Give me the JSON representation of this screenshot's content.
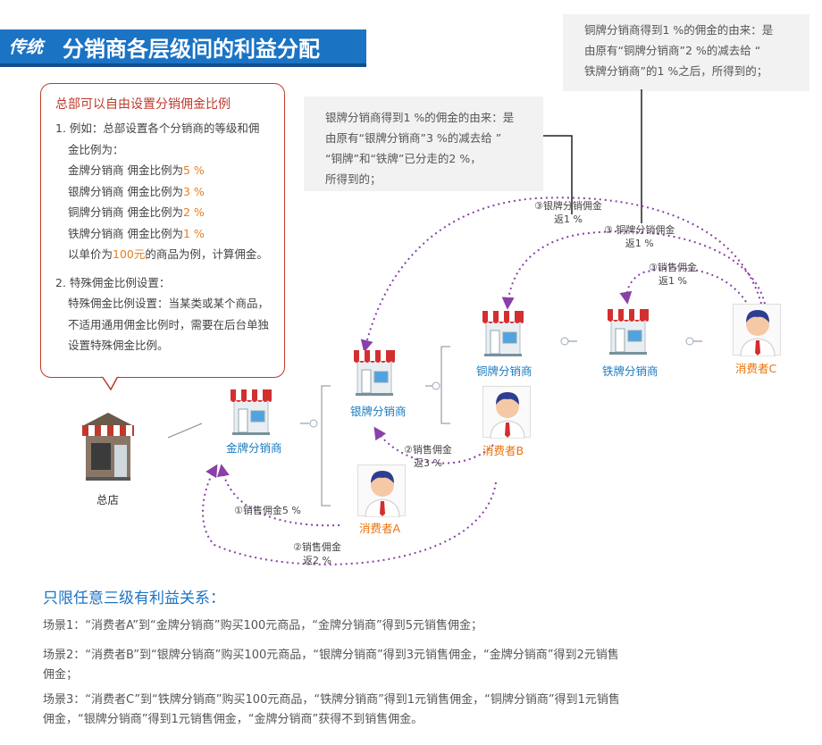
{
  "header": {
    "prefix": "传统",
    "title": "分销商各层级间的利益分配"
  },
  "note_copper": {
    "lines": [
      "铜牌分销商得到1 %的佣金的由来：是",
      "由原有“铜牌分销商”2 %的减去给 “",
      "铁牌分销商”的1 %之后，所得到的；"
    ]
  },
  "note_silver": {
    "lines": [
      "银牌分销商得到1 %的佣金的由来：是",
      "由原有“银牌分销商”3 %的减去给 ”",
      "“铜牌”和“铁牌”已分走的2 %，",
      "所得到的；"
    ]
  },
  "bubble": {
    "title": "总部可以自由设置分销佣金比例",
    "item1_a": "1. 例如：总部设置各个分销商的等级和佣",
    "item1_b": "金比例为：",
    "tiers": [
      {
        "name": "金牌分销商 佣金比例为",
        "pct": "5 %"
      },
      {
        "name": "银牌分销商 佣金比例为",
        "pct": "3 %"
      },
      {
        "name": "铜牌分销商 佣金比例为",
        "pct": "2 %"
      },
      {
        "name": "铁牌分销商 佣金比例为",
        "pct": "1 %"
      }
    ],
    "example_a": "以单价为",
    "example_price": "100元",
    "example_b": "的商品为例，计算佣金。",
    "item2": "2. 特殊佣金比例设置：",
    "item2_l1": "特殊佣金比例设置：当某类或某个商品，",
    "item2_l2": "不适用通用佣金比例时，需要在后台单独",
    "item2_l3": "设置特殊佣金比例。"
  },
  "nodes": {
    "hq": "总店",
    "gold": "金牌分销商",
    "silver": "银牌分销商",
    "copper": "铜牌分销商",
    "iron": "铁牌分销商",
    "consumer_a": "消费者A",
    "consumer_b": "消费者B",
    "consumer_c": "消费者C"
  },
  "flows": {
    "a1_l1": "①销售佣金5 %",
    "a2_l1": "②销售佣金",
    "a2_l2": "返2 %",
    "b2_l1": "②销售佣金",
    "b2_l2": "返3 %",
    "c3s_l1": "③银牌分销佣金",
    "c3s_l2": "返1 %",
    "c3c_l1": "③ 铜牌分销佣金",
    "c3c_l2": "返1 %",
    "c3i_l1": "③销售佣金",
    "c3i_l2": "返1 %"
  },
  "summary": {
    "title": "只限任意三级有利益关系：",
    "s1": "场景1：“消费者A”到“金牌分销商”购买100元商品，“金牌分销商”得到5元销售佣金；",
    "s2_l1": "场景2：“消费者B”到“银牌分销商”购买100元商品，“银牌分销商”得到3元销售佣金，“金牌分销商”得到2元销售",
    "s2_l2": "佣金；",
    "s3_l1": "场景3：“消费者C”到“铁牌分销商”购买100元商品，“铁牌分销商”得到1元销售佣金，“铜牌分销商”得到1元销售",
    "s3_l2": "佣金，“银牌分销商”得到1元销售佣金，“金牌分销商”获得不到销售佣金。"
  },
  "colors": {
    "accent_blue": "#1b73c4",
    "label_blue": "#1a7cc1",
    "orange": "#e8730c",
    "arrow_purple": "#8b3fa8",
    "bubble_red": "#c0392b"
  }
}
